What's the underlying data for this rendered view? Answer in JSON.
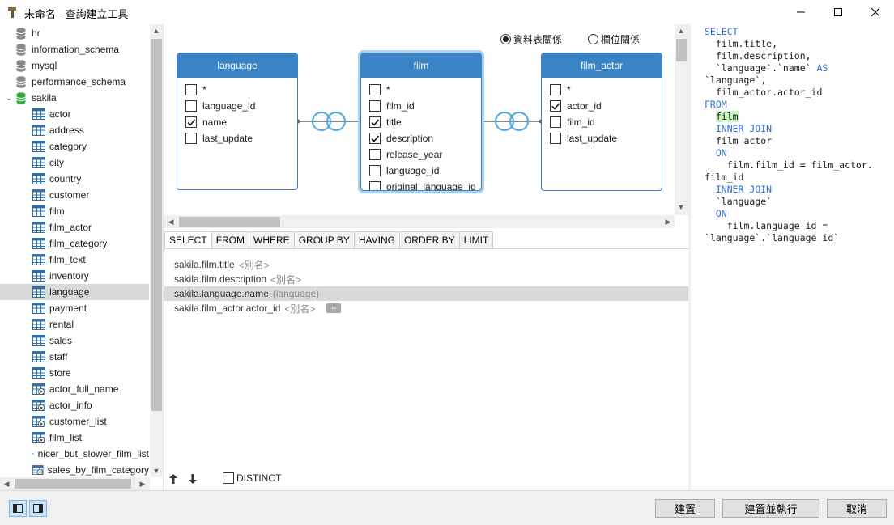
{
  "window": {
    "title": "未命名 - 查詢建立工具"
  },
  "tree": {
    "databases": [
      {
        "label": "hr",
        "icon": "database-icon"
      },
      {
        "label": "information_schema",
        "icon": "database-icon"
      },
      {
        "label": "mysql",
        "icon": "database-icon"
      },
      {
        "label": "performance_schema",
        "icon": "database-icon"
      },
      {
        "label": "sakila",
        "icon": "database-icon",
        "expanded": true
      }
    ],
    "tables": [
      "actor",
      "address",
      "category",
      "city",
      "country",
      "customer",
      "film",
      "film_actor",
      "film_category",
      "film_text",
      "inventory",
      "language",
      "payment",
      "rental",
      "sales",
      "staff",
      "store"
    ],
    "views": [
      "actor_full_name",
      "actor_info",
      "customer_list",
      "film_list",
      "nicer_but_slower_film_list",
      "sales_by_film_category"
    ],
    "selected": "language"
  },
  "diagram": {
    "radio": [
      {
        "label": "資料表關係",
        "checked": true
      },
      {
        "label": "欄位關係",
        "checked": false
      }
    ],
    "tables": [
      {
        "name": "language",
        "fields": [
          {
            "label": "*",
            "checked": false
          },
          {
            "label": "language_id",
            "checked": false
          },
          {
            "label": "name",
            "checked": true
          },
          {
            "label": "last_update",
            "checked": false
          }
        ]
      },
      {
        "name": "film",
        "active": true,
        "fields": [
          {
            "label": "*",
            "checked": false
          },
          {
            "label": "film_id",
            "checked": false
          },
          {
            "label": "title",
            "checked": true
          },
          {
            "label": "description",
            "checked": true
          },
          {
            "label": "release_year",
            "checked": false
          },
          {
            "label": "language_id",
            "checked": false
          },
          {
            "label": "original_language_id",
            "checked": false
          }
        ]
      },
      {
        "name": "film_actor",
        "fields": [
          {
            "label": "*",
            "checked": false
          },
          {
            "label": "actor_id",
            "checked": true
          },
          {
            "label": "film_id",
            "checked": false
          },
          {
            "label": "last_update",
            "checked": false
          }
        ]
      }
    ]
  },
  "tabs": [
    "SELECT",
    "FROM",
    "WHERE",
    "GROUP BY",
    "HAVING",
    "ORDER BY",
    "LIMIT"
  ],
  "active_tab": "SELECT",
  "select_list": [
    {
      "field": "sakila.film.title",
      "alias": "<別名>"
    },
    {
      "field": "sakila.film.description",
      "alias": "<別名>"
    },
    {
      "field": "sakila.language.name",
      "alias": "(language)",
      "highlighted": true
    },
    {
      "field": "sakila.film_actor.actor_id",
      "alias": "<別名>",
      "add_button": "+"
    }
  ],
  "distinct_label": "DISTINCT",
  "sql_lines": [
    [
      {
        "t": "SELECT",
        "c": "kw"
      }
    ],
    [
      {
        "t": "  film.title,"
      }
    ],
    [
      {
        "t": "  film.description,"
      }
    ],
    [
      {
        "t": "  `language`.`name` "
      },
      {
        "t": "AS",
        "c": "kw"
      }
    ],
    [
      {
        "t": "`language`,"
      }
    ],
    [
      {
        "t": "  film_actor.actor_id"
      }
    ],
    [
      {
        "t": "FROM",
        "c": "kw"
      }
    ],
    [
      {
        "t": "  "
      },
      {
        "t": "film",
        "c": "hl"
      }
    ],
    [
      {
        "t": "  "
      },
      {
        "t": "INNER JOIN",
        "c": "kw"
      }
    ],
    [
      {
        "t": "  film_actor"
      }
    ],
    [
      {
        "t": "  "
      },
      {
        "t": "ON",
        "c": "kw"
      }
    ],
    [
      {
        "t": "    film.film_id = film_actor."
      }
    ],
    [
      {
        "t": "film_id"
      }
    ],
    [
      {
        "t": "  "
      },
      {
        "t": "INNER JOIN",
        "c": "kw"
      }
    ],
    [
      {
        "t": "  `language`"
      }
    ],
    [
      {
        "t": "  "
      },
      {
        "t": "ON",
        "c": "kw"
      }
    ],
    [
      {
        "t": "    film.language_id ="
      }
    ],
    [
      {
        "t": "`language`.`language_id`"
      }
    ]
  ],
  "buttons": {
    "build": "建置",
    "build_run": "建置並執行",
    "cancel": "取消"
  },
  "colors": {
    "table_header": "#3a84c6",
    "sql_keyword": "#2f6fd1",
    "sql_highlight": "#c9f5c0",
    "selection": "#d9d9d9"
  }
}
